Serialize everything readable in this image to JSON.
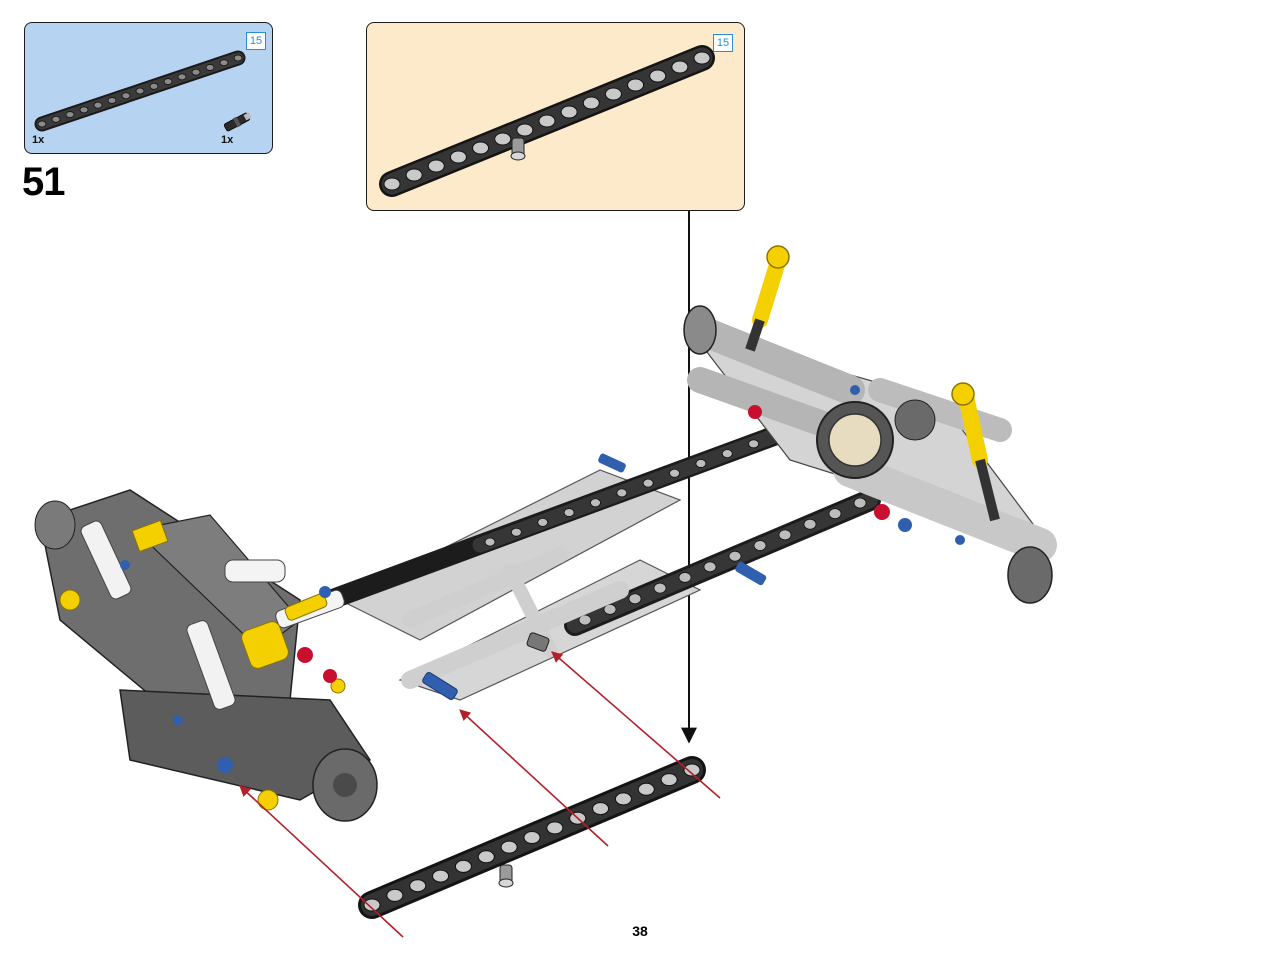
{
  "step": {
    "number": "51"
  },
  "page": {
    "number": "38"
  },
  "parts_list": {
    "items": [
      {
        "name": "beam-15",
        "quantity": "1x",
        "length_label": "15"
      },
      {
        "name": "axle-pin",
        "quantity": "1x"
      }
    ]
  },
  "subassembly": {
    "beam": {
      "name": "beam-15-with-pin",
      "length_label": "15"
    }
  },
  "colors": {
    "parts_box": "#b6d4f2",
    "subassembly_box": "#fdeacb",
    "beam_dark": "#2b2b2b",
    "beam_light": "#c8c8c8",
    "accent_yellow": "#f5d000",
    "accent_blue": "#2f5fae",
    "accent_red": "#c8102e",
    "arrow_red": "#b3202a",
    "length_badge": "#2a8fd0"
  }
}
